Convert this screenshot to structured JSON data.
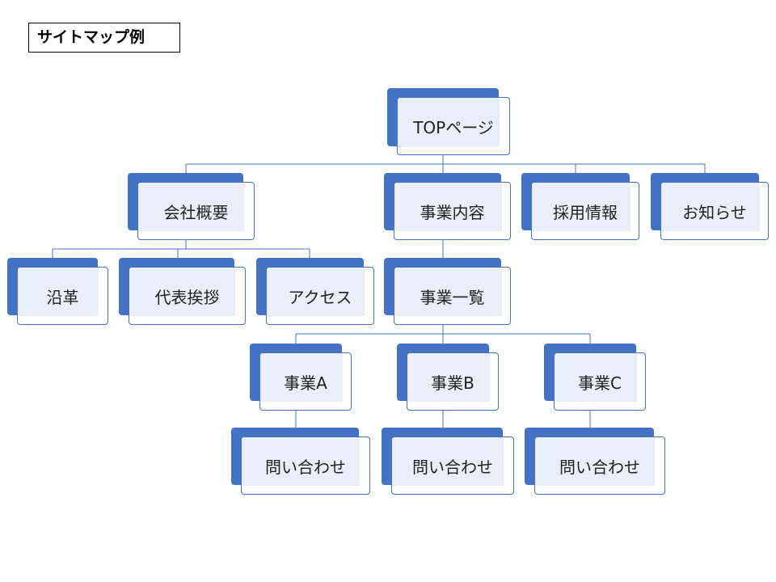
{
  "title": "サイトマップ例",
  "colors": {
    "accent": "#4472c4",
    "line": "#4472c4",
    "fill": "#e9eef8"
  },
  "nodes": {
    "top": "TOPページ",
    "company": "会社概要",
    "business": "事業内容",
    "recruit": "採用情報",
    "news": "お知らせ",
    "history": "沿革",
    "greeting": "代表挨拶",
    "access": "アクセス",
    "business_list": "事業一覧",
    "business_a": "事業A",
    "business_b": "事業B",
    "business_c": "事業C",
    "contact_a": "問い合わせ",
    "contact_b": "問い合わせ",
    "contact_c": "問い合わせ"
  }
}
